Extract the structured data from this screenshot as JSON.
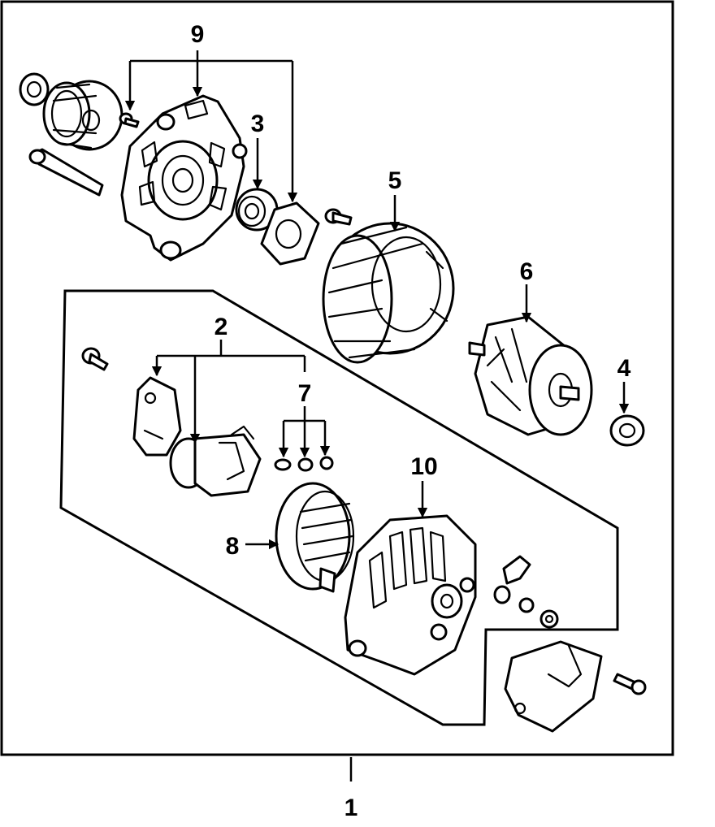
{
  "callouts": {
    "c1": "1",
    "c2": "2",
    "c3": "3",
    "c4": "4",
    "c5": "5",
    "c6": "6",
    "c7": "7",
    "c8": "8",
    "c9": "9",
    "c10": "10"
  },
  "colors": {
    "line": "#000000",
    "background": "#ffffff"
  },
  "icons": [
    "alternator-drive-end-housing",
    "pulley",
    "stator",
    "rotor",
    "bearing",
    "brush-holder",
    "rectifier",
    "rear-housing",
    "rear-cover"
  ]
}
